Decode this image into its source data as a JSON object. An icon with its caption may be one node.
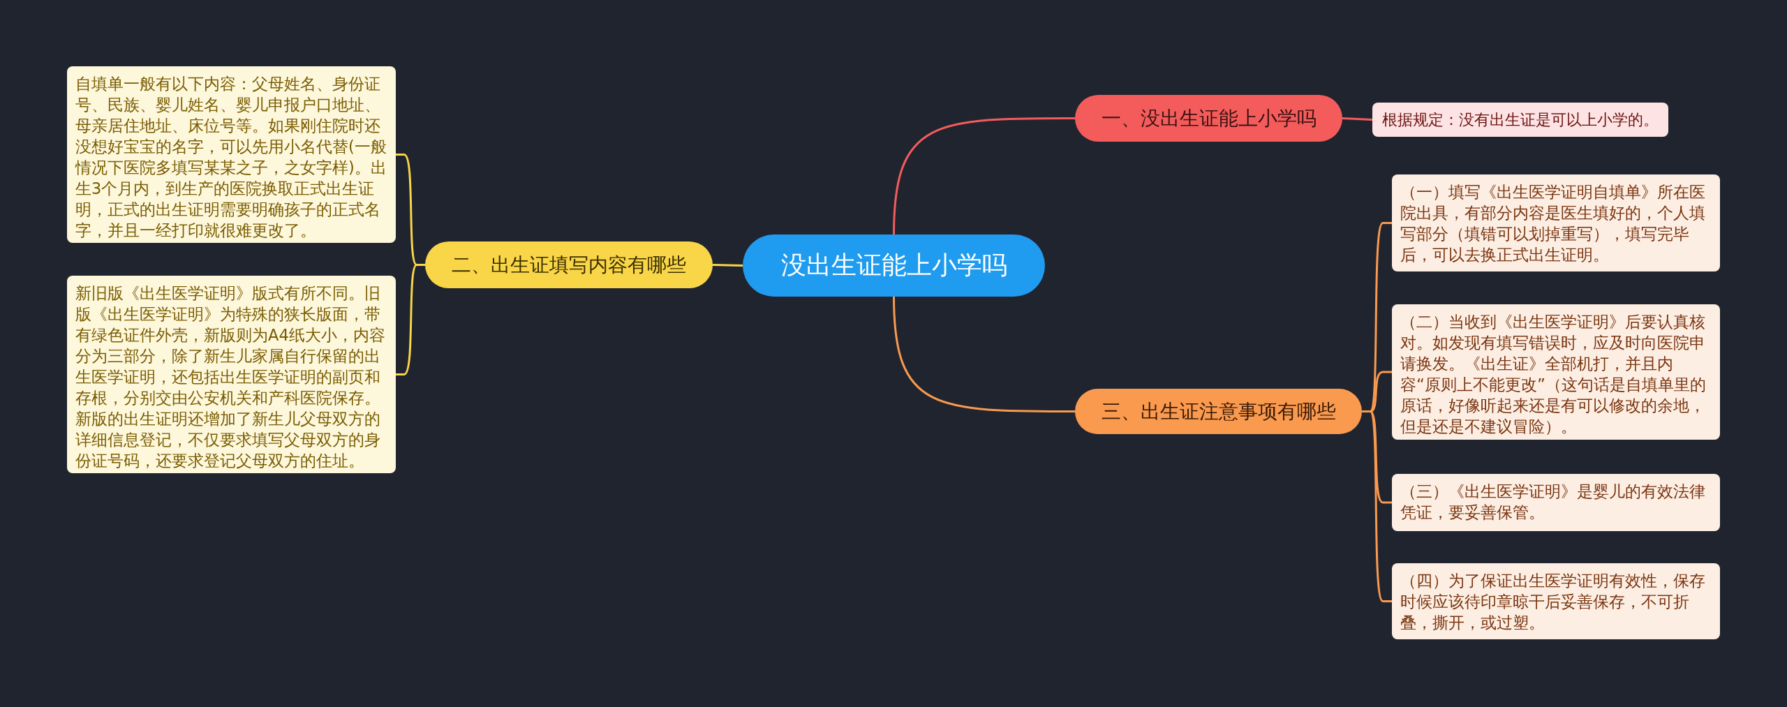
{
  "diagram": {
    "nodes": [
      {
        "text": [
          "没出生证能上小学吗"
        ]
      },
      {
        "text": [
          "一、没出生证能上小学吗"
        ]
      },
      {
        "text": [
          "根据规定：没有出生证是可以上小学的。"
        ]
      },
      {
        "text": [
          "二、出生证填写内容有哪些"
        ]
      },
      {
        "text": [
          "自填单一般有以下内容：父母姓名、身份证号、民族、婴儿姓名、婴儿申报户口地址、母亲居住地址、床位号等。如果刚住院时还没想好宝宝的名字，可以先用小名代替(一般情况下医院多填写某某之子，之女字样)。出生3个月内，到生产的医院换取正式出生证明，正式的出生证明需要明确孩子的正式名字，并且一经打印就很难更改了。"
        ]
      },
      {
        "text": [
          "新旧版《出生医学证明》版式有所不同。旧版《出生医学证明》为特殊的狭长版面，带有绿色证件外壳，新版则为A4纸大小，内容分为三部分，除了新生儿家属自行保留的出生医学证明，还包括出生医学证明的副页和存根，分别交由公安机关和产科医院保存。新版的出生证明还增加了新生儿父母双方的详细信息登记，不仅要求填写父母双方的身份证号码，还要求登记父母双方的住址。"
        ]
      },
      {
        "text": [
          "三、出生证注意事项有哪些"
        ]
      },
      {
        "text": [
          "（一）填写《出生医学证明自填单》所在医院出具，有部分内容是医生填好的，个人填写部分（填错可以划掉重写），填写完毕后，可以去换正式出生证明。"
        ]
      },
      {
        "text": [
          "（二）当收到《出生医学证明》后要认真核对。如发现有填写错误时，应及时向医院申请换发。《出生证》全部机打，并且内容“原则上不能更改”（这句话是自填单里的原话，好像听起来还是有可以修改的余地，但是还是不建议冒险）。"
        ]
      },
      {
        "text": [
          "（三）《出生医学证明》是婴儿的有效法律凭证，要妥善保管。"
        ]
      },
      {
        "text": [
          "（四）为了保证出生医学证明有效性，保存时候应该待印章晾干后妥善保存，不可折叠，撕开，或过塑。"
        ]
      }
    ],
    "edges": [
      {
        "from": 0,
        "to": 1,
        "arrow": "none",
        "color": "#f45c5c"
      },
      {
        "from": 1,
        "to": 2,
        "arrow": "none",
        "color": "#f45c5c"
      },
      {
        "from": 0,
        "to": 3,
        "arrow": "none",
        "color": "#f9d548"
      },
      {
        "from": 3,
        "to": 4,
        "arrow": "none",
        "color": "#f9d548"
      },
      {
        "from": 3,
        "to": 5,
        "arrow": "none",
        "color": "#f9d548"
      },
      {
        "from": 0,
        "to": 6,
        "arrow": "none",
        "color": "#f99a4f"
      },
      {
        "from": 6,
        "to": 7,
        "arrow": "none",
        "color": "#f99a4f"
      },
      {
        "from": 6,
        "to": 8,
        "arrow": "none",
        "color": "#f99a4f"
      },
      {
        "from": 6,
        "to": 9,
        "arrow": "none",
        "color": "#f99a4f"
      },
      {
        "from": 6,
        "to": 10,
        "arrow": "none",
        "color": "#f99a4f"
      }
    ]
  }
}
